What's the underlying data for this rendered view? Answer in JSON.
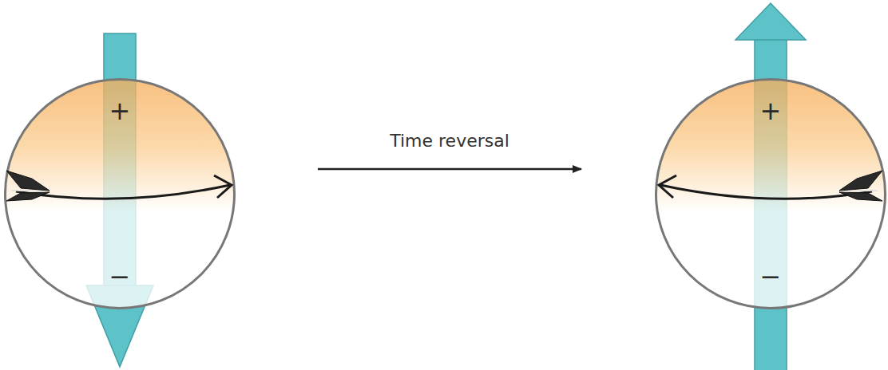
{
  "diagram": {
    "nodes": [
      {
        "text": [
          "+",
          "−"
        ]
      },
      {
        "text": [
          "+",
          "−"
        ]
      }
    ],
    "edges": [
      {
        "from": 0,
        "to": 1,
        "arrow": "to",
        "label": "Time reversal"
      }
    ]
  }
}
